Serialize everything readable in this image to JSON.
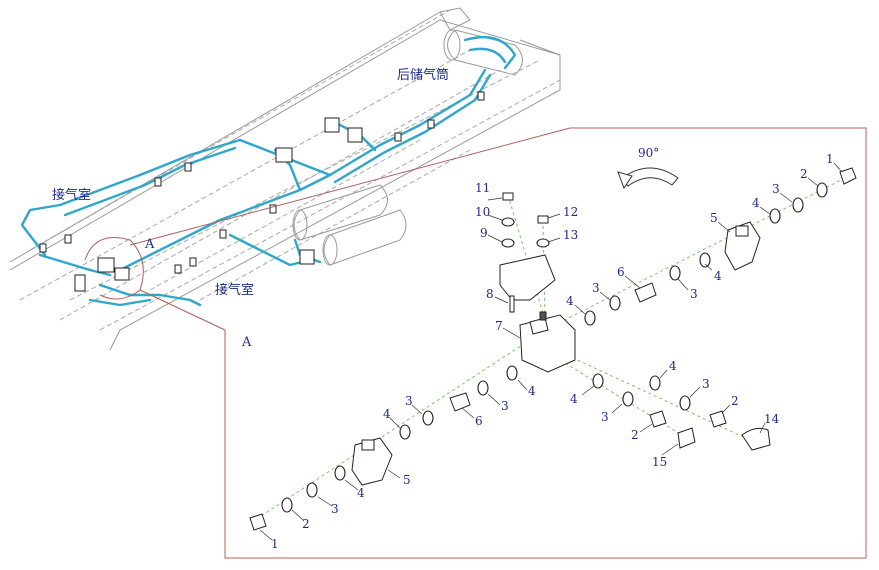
{
  "labels": {
    "rear_tank": "后储气筒",
    "air_chamber_top": "接气室",
    "air_chamber_bottom": "接气室",
    "detail_marker_left": "A",
    "detail_marker_frame": "A",
    "rotation": "90°"
  },
  "callouts": {
    "c1_top": "1",
    "c2_top": "2",
    "c3_top": "3",
    "c4_top": "4",
    "c5_top": "5",
    "c3_tr": "3",
    "c4_tr": "4",
    "c6_mid": "6",
    "c3_mid": "3",
    "c4_mid": "4",
    "c11": "11",
    "c10": "10",
    "c9": "9",
    "c12": "12",
    "c13": "13",
    "c8": "8",
    "c7": "7",
    "c4_r1": "4",
    "c3_r1": "3",
    "c2_r1": "2",
    "c14": "14",
    "c4_r2": "4",
    "c3_r2": "3",
    "c2_r2": "2",
    "c15": "15",
    "c4_l1": "4",
    "c3_l1": "3",
    "c6_l": "6",
    "c3_l2": "3",
    "c4_l2": "4",
    "c5_bot": "5",
    "c4_bot": "4",
    "c3_bot": "3",
    "c2_bot": "2",
    "c1_bot": "1"
  },
  "colors": {
    "pipe": "#2fa6cc",
    "label": "#1f2a8a",
    "frame": "#b0605a",
    "axis": "#7cc46a"
  }
}
